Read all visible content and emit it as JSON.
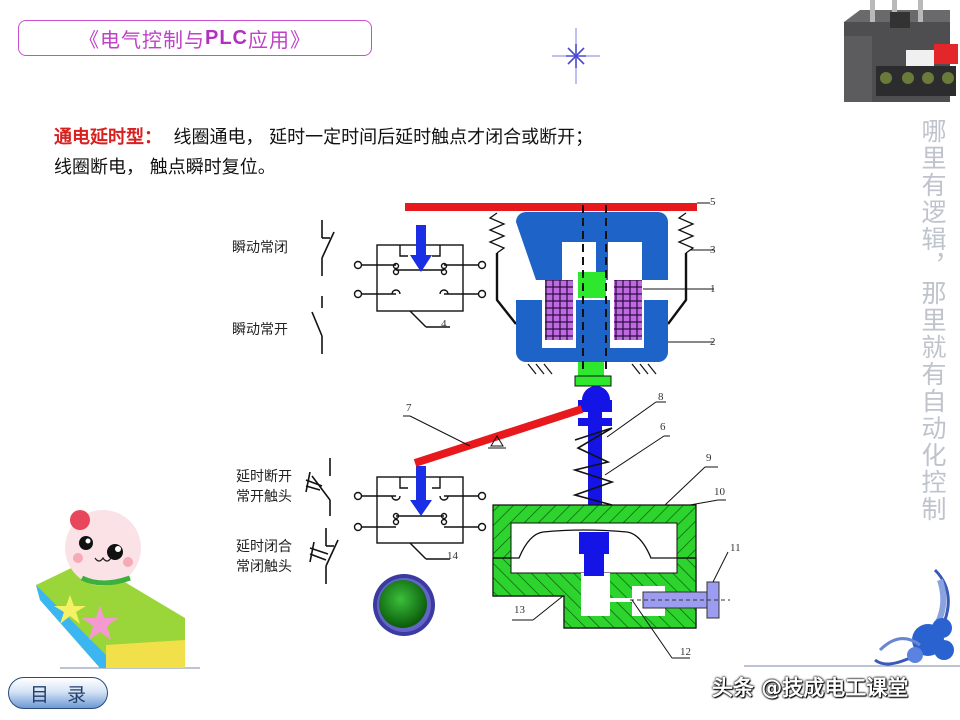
{
  "header": {
    "course_title_prefix": "《电气控制与",
    "course_title_bold": "PLC",
    "course_title_suffix": "应用》"
  },
  "description": {
    "type_label": "通电延时型：",
    "line1_rest": "线圈通电， 延时一定时间后延时触点才闭合或断开；",
    "line2": "线圈断电， 触点瞬时复位。"
  },
  "side_slogan": "哪里有逻辑，那里就有自动化控制",
  "diagram": {
    "contact_labels": {
      "instant_nc": "瞬动常闭",
      "instant_no": "瞬动常开",
      "delay_break_line1": "延时断开",
      "delay_break_line2": "常开触头",
      "delay_close_line1": "延时闭合",
      "delay_close_line2": "常闭触头"
    },
    "part_numbers": [
      "1",
      "2",
      "3",
      "4",
      "5",
      "6",
      "7",
      "8",
      "9",
      "10",
      "11",
      "12",
      "13",
      "14"
    ],
    "colors": {
      "armature_bar": "#e8191c",
      "core": "#1e64c8",
      "coil": "#c06ae0",
      "green_part": "#2ee82e",
      "push_rod": "#1414e6",
      "air_chamber": "#2ed42e",
      "screw": "#9c9cf0"
    }
  },
  "nav": {
    "menu_button": "目录"
  },
  "watermark": "头条 @技成电工课堂"
}
